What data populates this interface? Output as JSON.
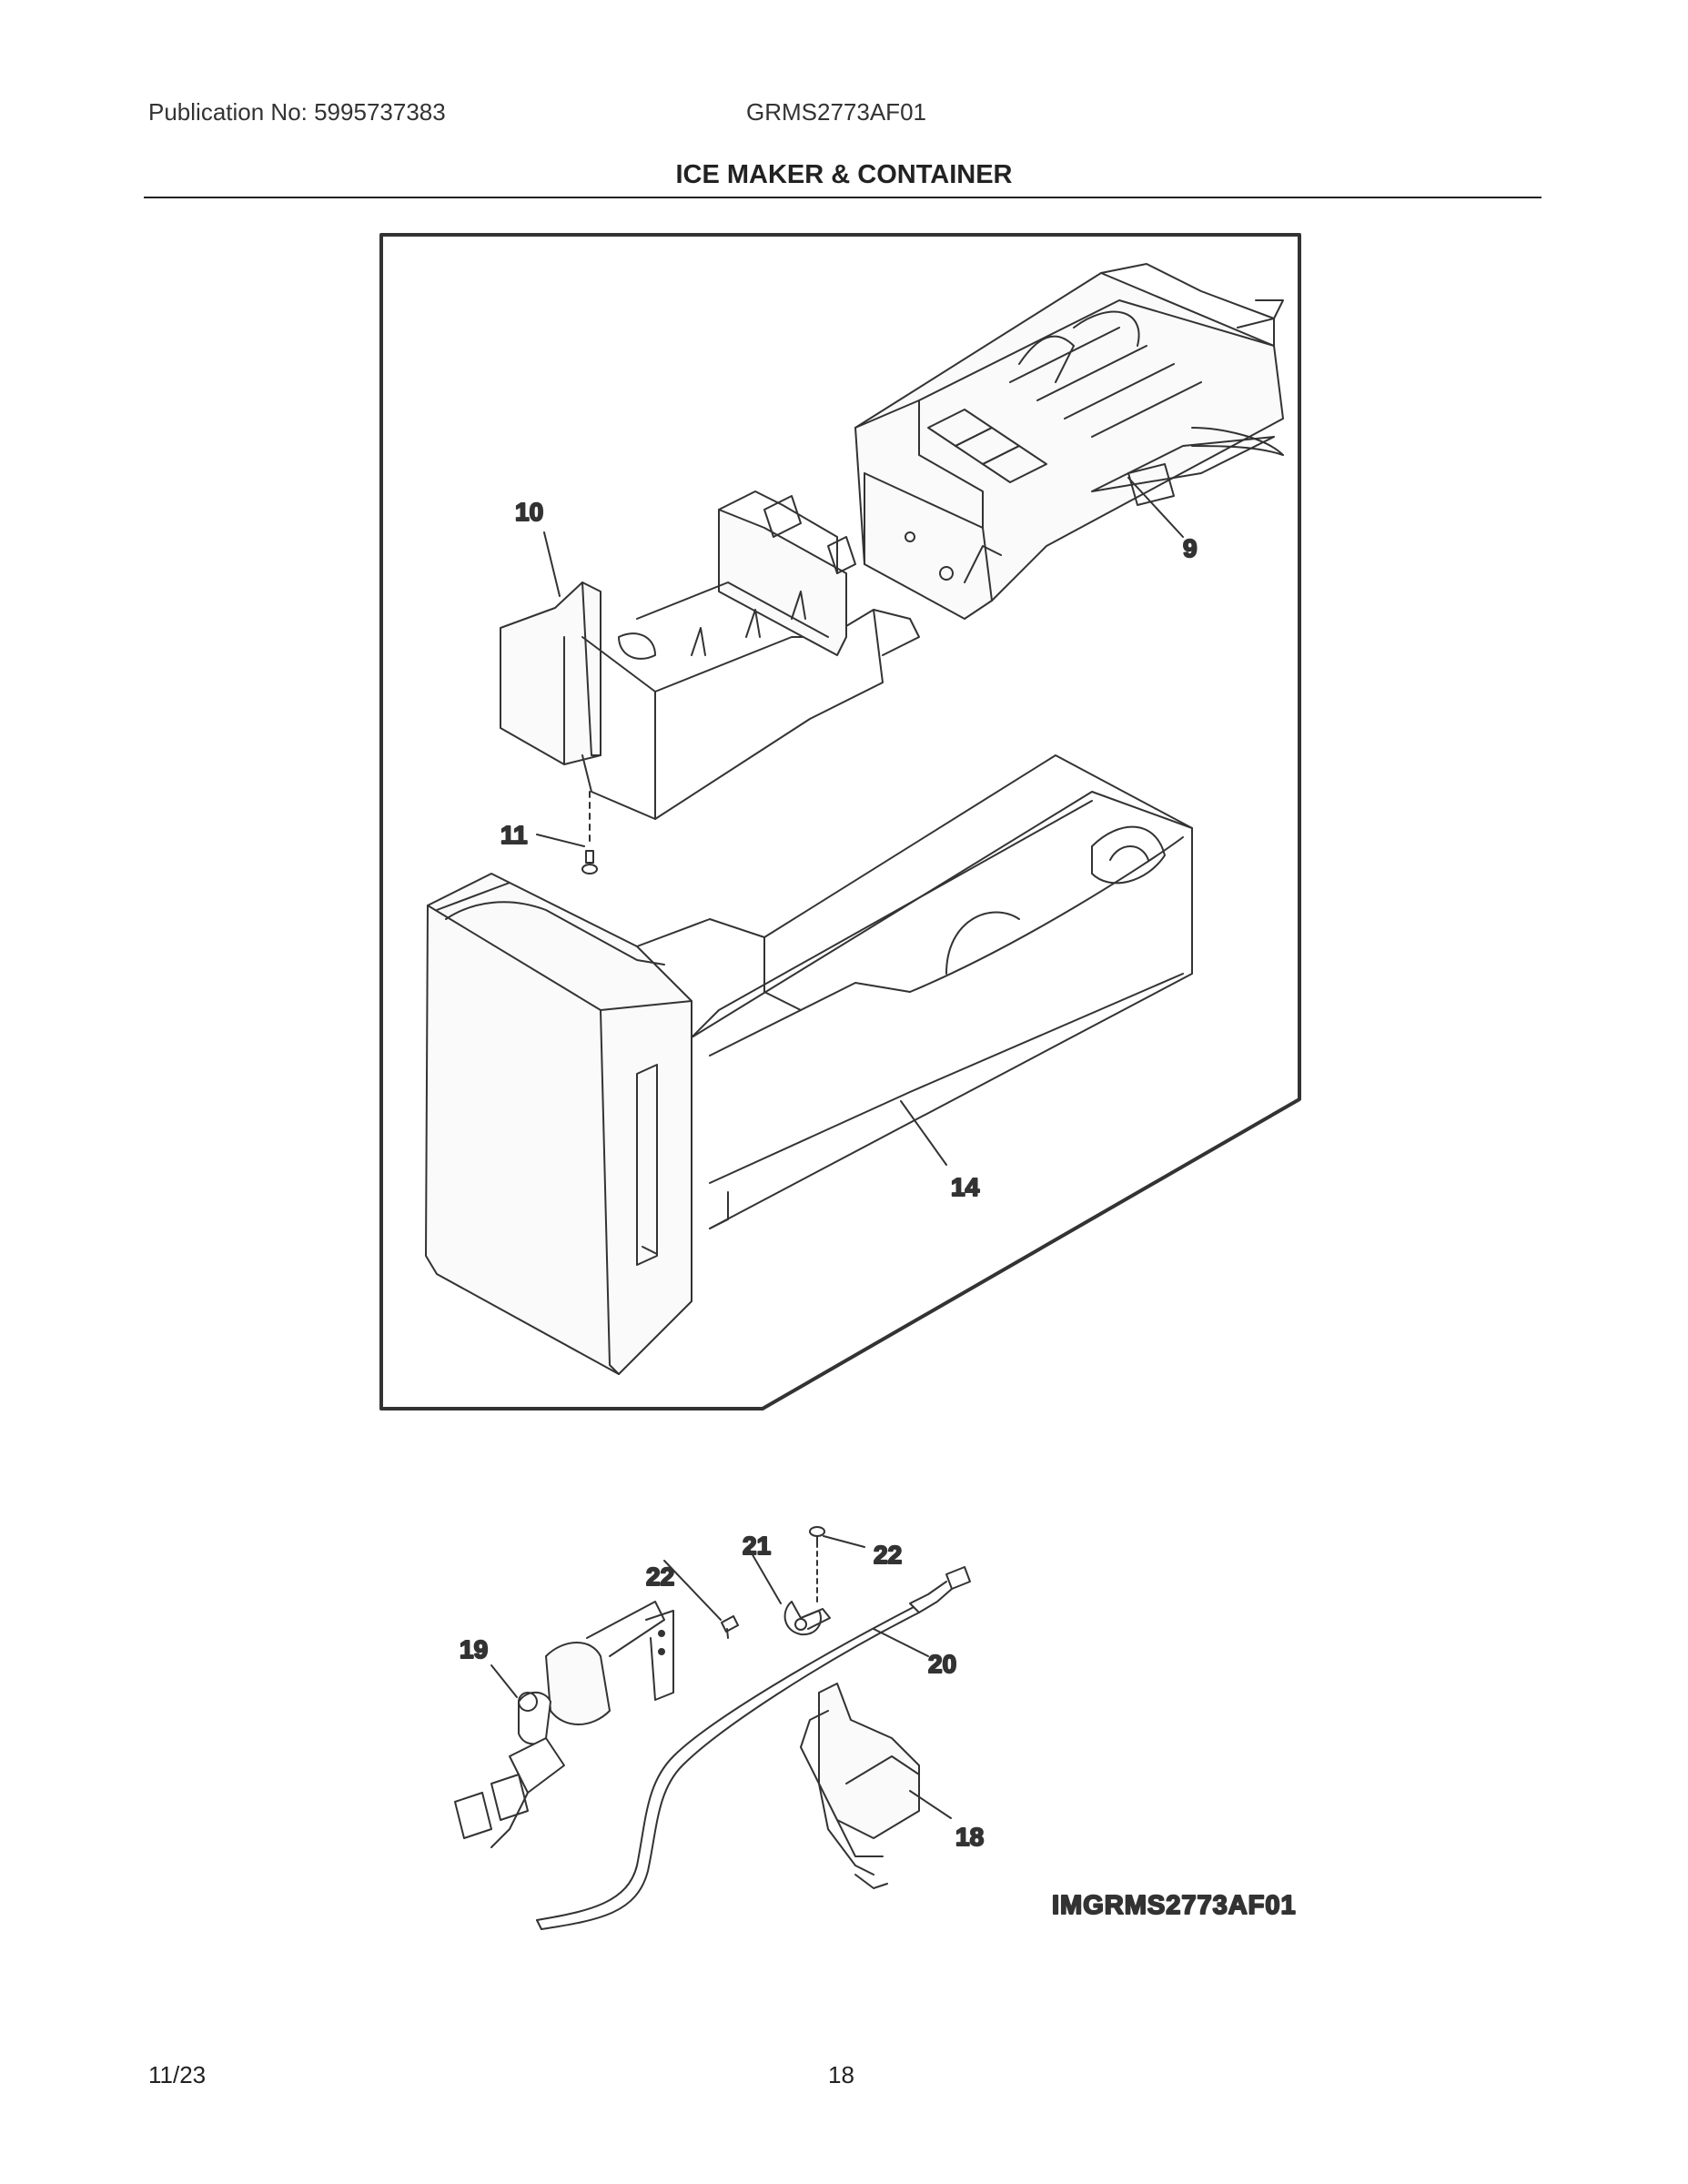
{
  "header": {
    "publication": "Publication No: 5995737383",
    "model": "GRMS2773AF01",
    "section_title": "ICE MAKER & CONTAINER"
  },
  "callouts": {
    "c9": "9",
    "c10": "10",
    "c11": "11",
    "c14": "14",
    "c18": "18",
    "c19": "19",
    "c20": "20",
    "c21": "21",
    "c22a": "22",
    "c22b": "22"
  },
  "image_id": "IMGRMS2773AF01",
  "footer": {
    "date": "11/23",
    "page": "18"
  }
}
